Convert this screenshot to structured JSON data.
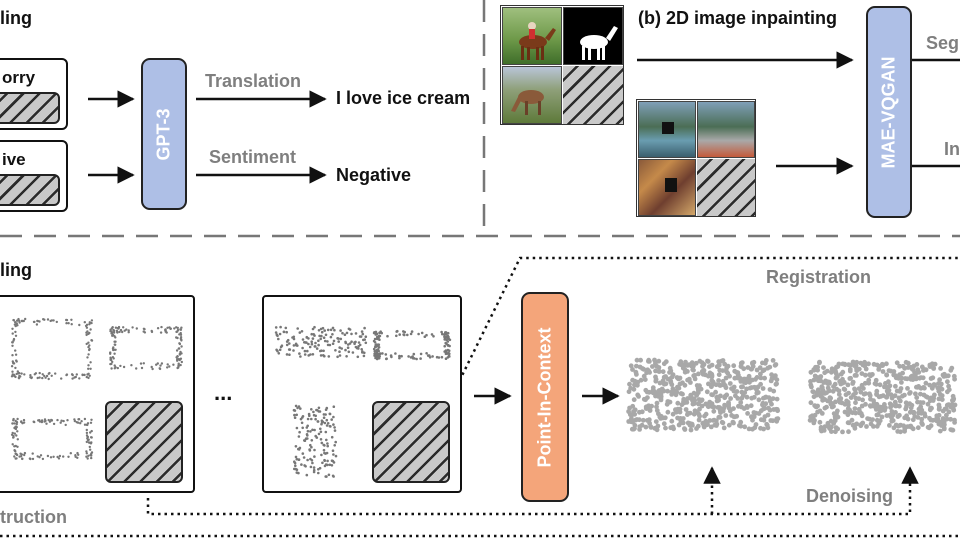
{
  "panel_a": {
    "title": "ling",
    "input1_text": "orry",
    "input2_text": "ive",
    "model_label": "GPT-3",
    "task1_label": "Translation",
    "task1_output": "I love ice cream",
    "task2_label": "Sentiment",
    "task2_output": "Negative"
  },
  "panel_b": {
    "title": "(b) 2D image inpainting",
    "model_label": "MAE-VQGAN",
    "out1_text": "Segi",
    "out2_text": "In"
  },
  "panel_c": {
    "title": "ling",
    "ellipsis": "...",
    "model_label": "Point-In-Context",
    "registration_label": "Registration",
    "denoising_label": "Denoising",
    "reconstruction_label": "truction"
  },
  "colors": {
    "gpt3_fill": "#aebfe6",
    "mae_fill": "#aebfe6",
    "pic_fill": "#f4a57a",
    "task_label": "#7f7f7f",
    "hatch_fill": "#c9c9c9"
  }
}
